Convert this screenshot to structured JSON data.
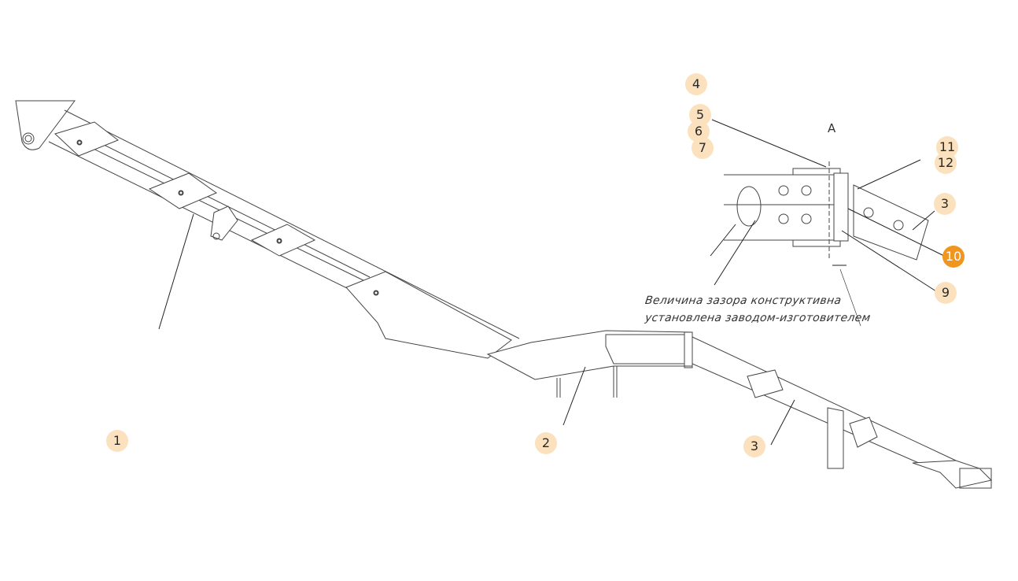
{
  "diagram": {
    "view_label": "A",
    "note_lines": [
      "Величина зазора конструктивна",
      "установлена заводом-изготовителем"
    ],
    "callouts": [
      {
        "label": "4",
        "active": false
      },
      {
        "label": "5",
        "active": false
      },
      {
        "label": "6",
        "active": false
      },
      {
        "label": "7",
        "active": false
      },
      {
        "label": "11",
        "active": false
      },
      {
        "label": "12",
        "active": false
      },
      {
        "label": "3",
        "active": false
      },
      {
        "label": "10",
        "active": true
      },
      {
        "label": "9",
        "active": false
      },
      {
        "label": "1",
        "active": false
      },
      {
        "label": "2",
        "active": false
      },
      {
        "label": "3",
        "active": false
      }
    ],
    "colors": {
      "callout": "#fbe1bd",
      "callout_active": "#f0961e",
      "line": "#333333"
    }
  }
}
